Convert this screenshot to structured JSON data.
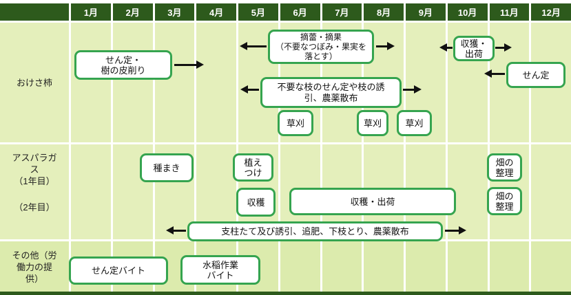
{
  "months": [
    "1月",
    "2月",
    "3月",
    "4月",
    "5月",
    "6月",
    "7月",
    "8月",
    "9月",
    "10月",
    "11月",
    "12月"
  ],
  "colors": {
    "header_bg": "#2d5a1c",
    "grid_bg": "#e4efbb",
    "grid_bg_bottom_row": "#dcebad",
    "box_border": "#35a44f",
    "box_fill": "#ffffff",
    "header_text": "#ffffff",
    "arrow": "#111111"
  },
  "row_labels": {
    "kaki": {
      "lines": [
        "おけさ柿"
      ]
    },
    "asparagus_top": {
      "lines": [
        "アスパラガ",
        "ス",
        "（1年目）"
      ]
    },
    "asparagus_bottom": {
      "lines": [
        "（2年目）"
      ]
    },
    "other": {
      "lines": [
        "その他（労",
        "働力の提",
        "供）"
      ]
    }
  },
  "boxes": {
    "kaki_sentei": {
      "lines": [
        "せん定・",
        "樹の皮削り"
      ]
    },
    "kaki_tekirai": {
      "lines": [
        "摘蕾・摘果",
        "（不要なつぼみ・果実を",
        "落とす）"
      ]
    },
    "kaki_shukka": {
      "lines": [
        "収獲・",
        "出荷"
      ]
    },
    "kaki_sentei2": {
      "lines": [
        "せん定"
      ]
    },
    "kaki_fuyoeda": {
      "lines": [
        "不要な枝のせん定や枝の誘",
        "引、農薬散布"
      ]
    },
    "kusakari1": {
      "lines": [
        "草刈"
      ]
    },
    "kusakari2": {
      "lines": [
        "草刈"
      ]
    },
    "kusakari3": {
      "lines": [
        "草刈"
      ]
    },
    "tanemaki": {
      "lines": [
        "種まき"
      ]
    },
    "uetsuke": {
      "lines": [
        "植え",
        "つけ"
      ]
    },
    "shukaku": {
      "lines": [
        "収穫"
      ]
    },
    "asp_shukka": {
      "lines": [
        "収穫・出荷"
      ]
    },
    "hatake1": {
      "lines": [
        "畑の",
        "整理"
      ]
    },
    "hatake2": {
      "lines": [
        "畑の",
        "整理"
      ]
    },
    "shichu": {
      "lines": [
        "支柱たて及び誘引、追肥、下枝とり、農薬散布"
      ]
    },
    "sentei_baito": {
      "lines": [
        "せん定バイト"
      ]
    },
    "suito_baito": {
      "lines": [
        "水稲作業",
        "バイト"
      ]
    }
  },
  "chart_data": {
    "type": "table",
    "columns": [
      "1月",
      "2月",
      "3月",
      "4月",
      "5月",
      "6月",
      "7月",
      "8月",
      "9月",
      "10月",
      "11月",
      "12月"
    ],
    "rows": [
      {
        "category": "おけさ柿",
        "activities": [
          {
            "label": "せん定・樹の皮削り",
            "start": 1.1,
            "end": 3.5,
            "arrow_right_to": 4.2
          },
          {
            "label": "摘蕾・摘果（不要なつぼみ・果実を落とす）",
            "start": 5.8,
            "end": 8.3,
            "arrow_left_to": 5.1,
            "arrow_right_to": 8.8
          },
          {
            "label": "収獲・出荷",
            "start": 10.2,
            "end": 11.2,
            "arrow_left_to": 9.8,
            "arrow_right_to": 11.6
          },
          {
            "label": "せん定",
            "start": 11.5,
            "end": 12.9,
            "arrow_left_to": 10.9
          },
          {
            "label": "不要な枝のせん定や枝の誘引、農薬散布",
            "start": 5.6,
            "end": 8.9,
            "arrow_left_to": 5.1,
            "arrow_right_to": 9.4
          },
          {
            "label": "草刈",
            "start": 6.0,
            "end": 6.8
          },
          {
            "label": "草刈",
            "start": 7.9,
            "end": 8.6
          },
          {
            "label": "草刈",
            "start": 8.8,
            "end": 9.7
          }
        ]
      },
      {
        "category": "アスパラガス（1年目）",
        "activities": [
          {
            "label": "種まき",
            "start": 2.7,
            "end": 4.0
          },
          {
            "label": "植えつけ",
            "start": 4.9,
            "end": 5.9
          },
          {
            "label": "畑の整理",
            "start": 11.0,
            "end": 11.8
          }
        ]
      },
      {
        "category": "アスパラガス（2年目）",
        "activities": [
          {
            "label": "収穫",
            "start": 5.0,
            "end": 5.9
          },
          {
            "label": "収穫・出荷",
            "start": 6.3,
            "end": 10.3
          },
          {
            "label": "畑の整理",
            "start": 11.0,
            "end": 11.8
          },
          {
            "label": "支柱たて及び誘引、追肥、下枝とり、農薬散布",
            "start": 3.8,
            "end": 9.9,
            "arrow_left_to": 3.3,
            "arrow_right_to": 10.5
          }
        ]
      },
      {
        "category": "その他（労働力の提供）",
        "activities": [
          {
            "label": "せん定バイト",
            "start": 1.0,
            "end": 3.4
          },
          {
            "label": "水稲作業バイト",
            "start": 3.7,
            "end": 5.6
          }
        ]
      }
    ]
  }
}
